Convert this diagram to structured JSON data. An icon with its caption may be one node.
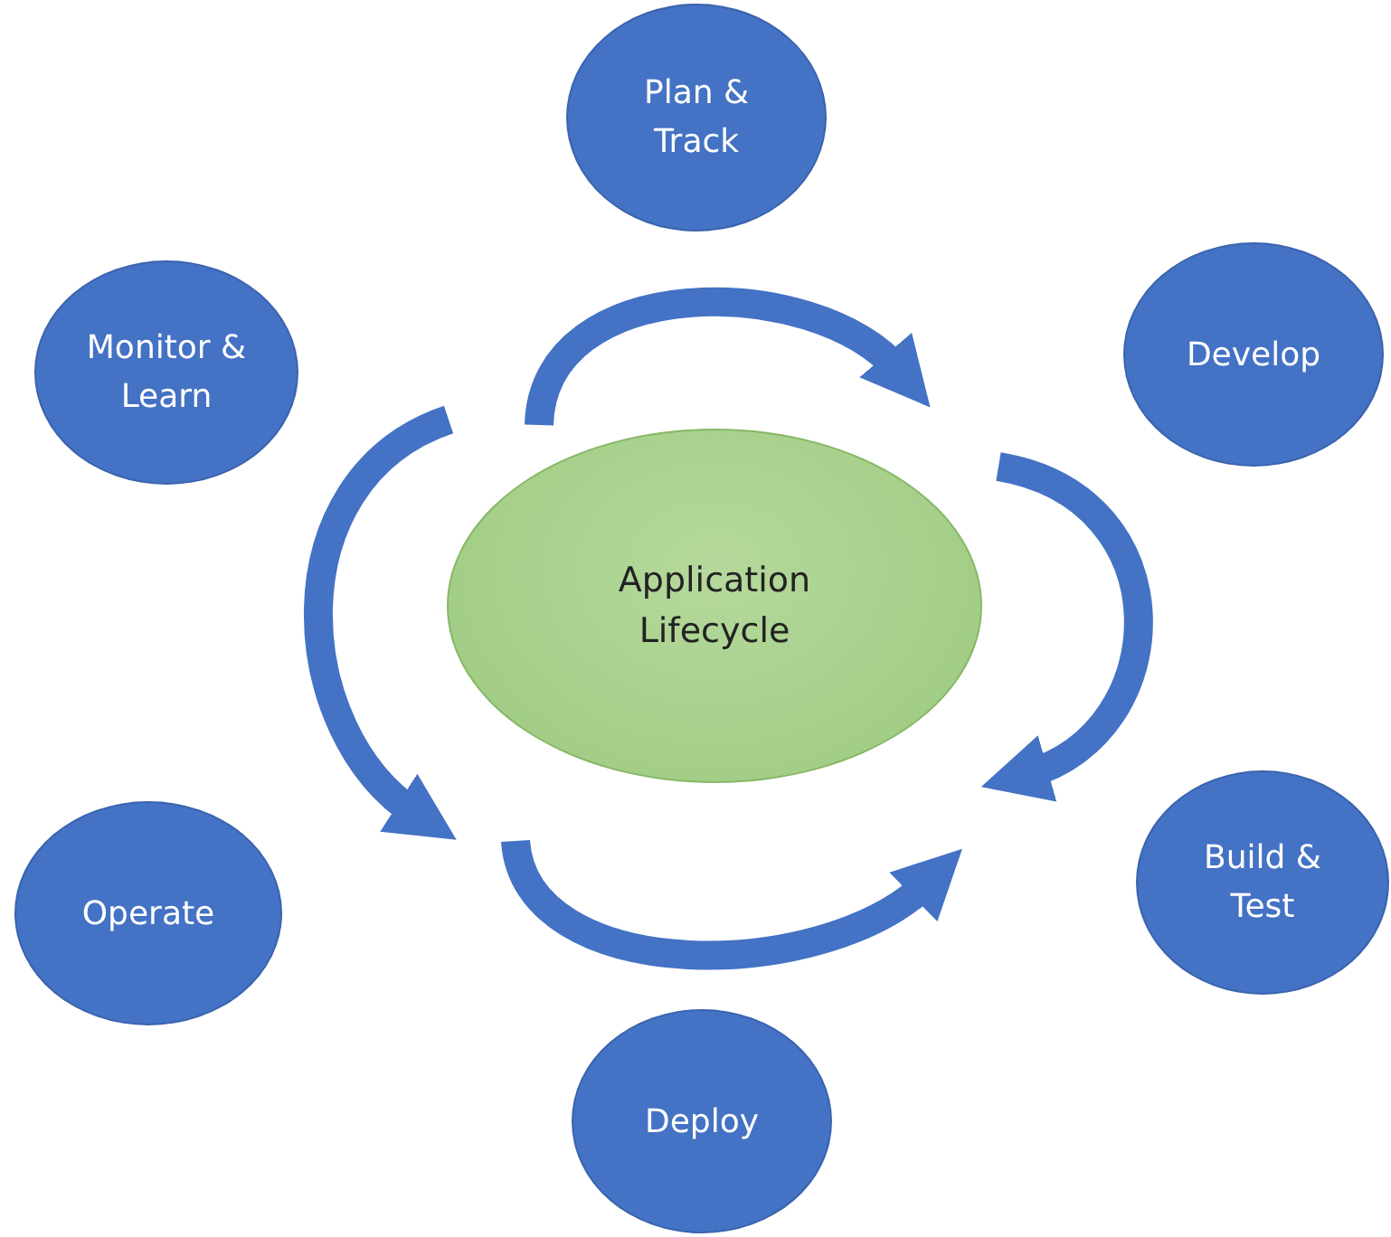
{
  "diagram": {
    "nodes": [
      {
        "text": [
          "Plan & Track"
        ]
      },
      {
        "text": [
          "Develop"
        ]
      },
      {
        "text": [
          "Build & Test"
        ]
      },
      {
        "text": [
          "Deploy"
        ]
      },
      {
        "text": [
          "Operate"
        ]
      },
      {
        "text": [
          "Monitor & Learn"
        ]
      },
      {
        "text": [
          "Application Lifecycle"
        ]
      }
    ]
  }
}
